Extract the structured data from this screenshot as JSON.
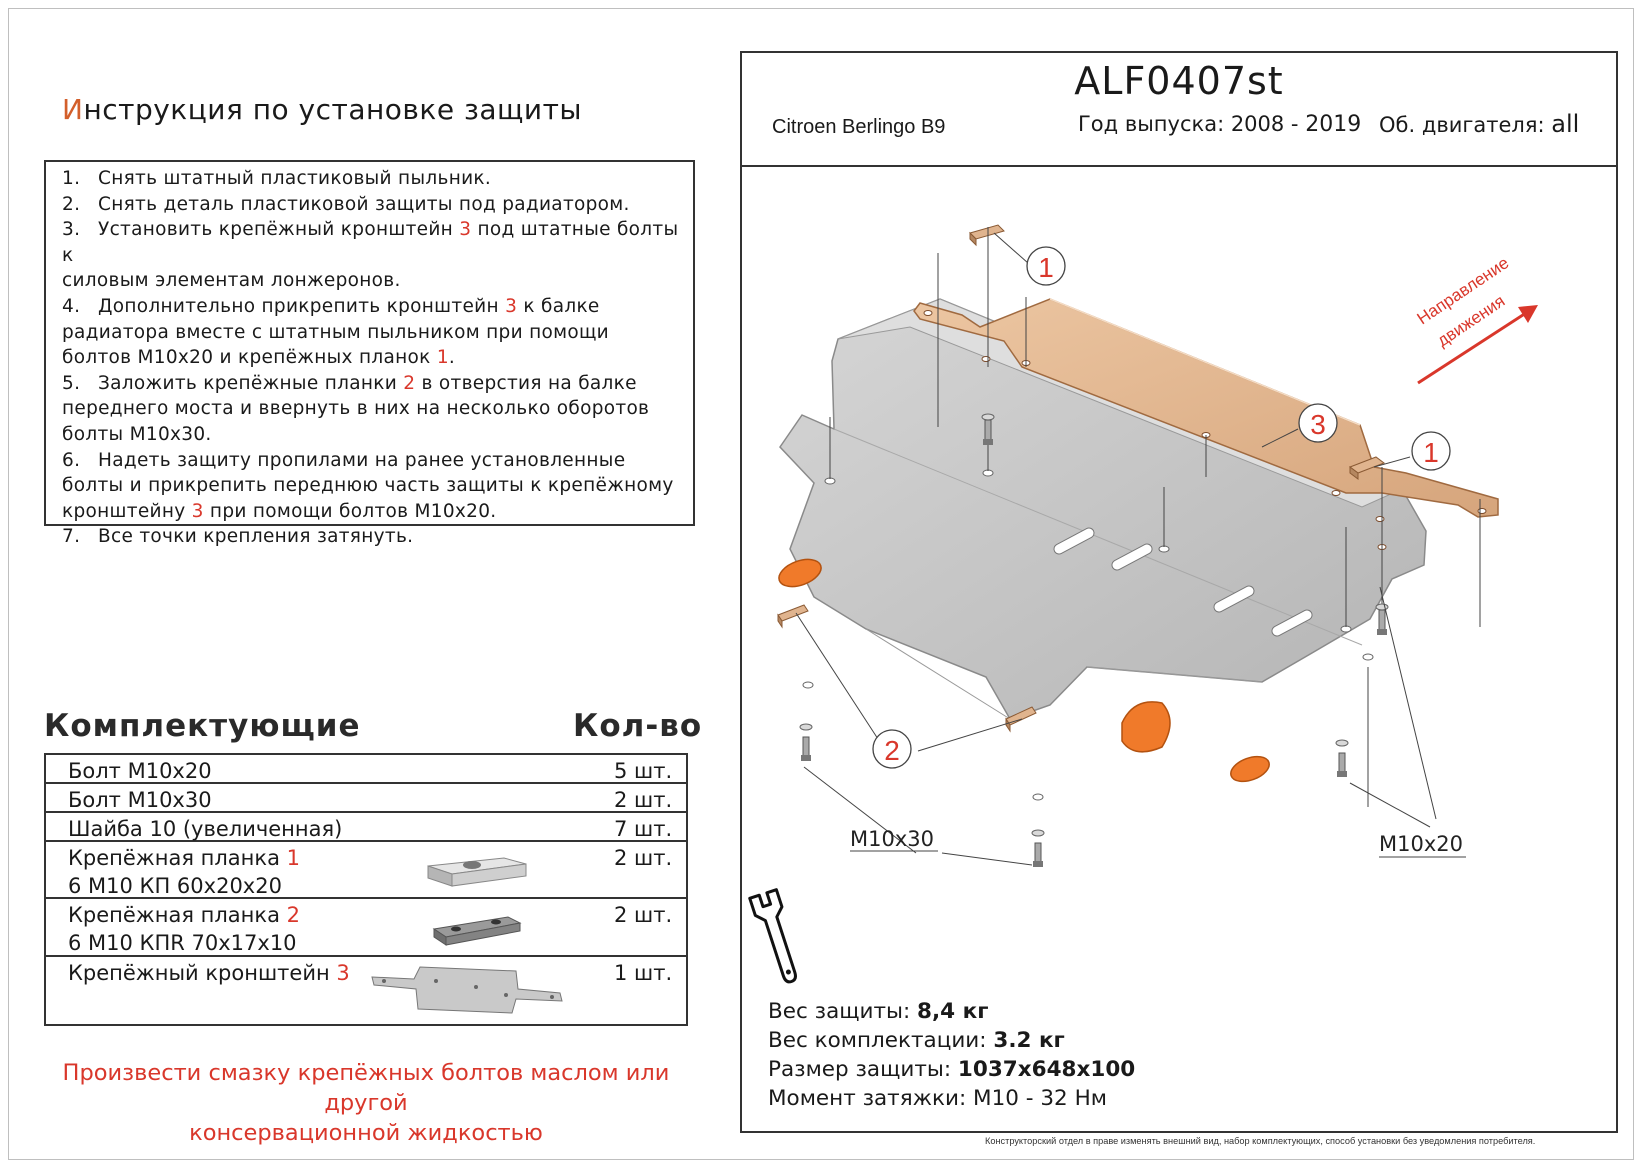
{
  "instructions": {
    "title_first": "И",
    "title_rest": "нструкция по установке защиты",
    "steps": [
      {
        "num": "1.",
        "parts": [
          "Снять штатный пластиковый пыльник."
        ]
      },
      {
        "num": "2.",
        "parts": [
          "Снять деталь пластиковой защиты под радиатором."
        ]
      },
      {
        "num": "3.",
        "parts": [
          "Установить крепёжный кронштейн ",
          "3",
          " под штатные болты к",
          "силовым элементам лонжеронов."
        ]
      },
      {
        "num": "4.",
        "parts": [
          "Дополнительно прикрепить кронштейн ",
          "3",
          " к балке",
          "радиатора вместе с штатным пыльником при помощи",
          "болтов М10х20 и крепёжных планок ",
          "1",
          "."
        ]
      },
      {
        "num": "5.",
        "parts": [
          "Заложить крепёжные планки ",
          "2",
          " в отверстия на балке",
          "переднего моста и ввернуть в них на несколько оборотов",
          "болты М10х30."
        ]
      },
      {
        "num": "6.",
        "parts": [
          "Надеть защиту пропилами на ранее установленные",
          "болты и прикрепить переднюю часть защиты к крепёжному",
          "кронштейну ",
          "3",
          " при помощи болтов М10х20."
        ]
      },
      {
        "num": "7.",
        "parts": [
          "Все точки крепления затянуть."
        ]
      }
    ]
  },
  "parts": {
    "heading": "Комплектующие",
    "qty_heading": "Кол-во",
    "rows": [
      {
        "name": "Болт М10х20",
        "qty": "5 шт."
      },
      {
        "name": "Болт М10х30",
        "qty": "2 шт."
      },
      {
        "name": "Шайба 10 (увеличенная)",
        "qty": "7 шт."
      },
      {
        "name": "Крепёжная планка ",
        "ref": "1",
        "name2": " 6 М10 КП 60х20х20",
        "qty": "2 шт."
      },
      {
        "name": "Крепёжная планка ",
        "ref": "2",
        "name2": "6 М10 КПR 70х17х10",
        "qty": "2 шт."
      },
      {
        "name": "Крепёжный кронштейн ",
        "ref": "3",
        "qty": "1 шт."
      }
    ]
  },
  "note": {
    "line1": "Произвести смазку крепёжных болтов маслом или другой",
    "line2": "консервационной жидкостью"
  },
  "header": {
    "model_code": "ALF0407st",
    "car": "Citroen Berlingo B9",
    "year_label": "Год выпуска: 2008 -",
    "year_end": "2019",
    "engine_label": "Об. двигателя:",
    "engine_value": "all"
  },
  "diagram": {
    "callouts": [
      "1",
      "3",
      "1",
      "2"
    ],
    "direction_line1": "Направление",
    "direction_line2": "движения",
    "bolt_left": "M10x30",
    "bolt_right": "M10x20"
  },
  "specs": {
    "weight_label": "Вес защиты: ",
    "weight_value": "8,4 кг",
    "kit_label": "Вес комплектации: ",
    "kit_value": "3.2 кг",
    "size_label": "Размер защиты: ",
    "size_value": "1037х648х100",
    "torque_label": "Момент затяжки:  ",
    "torque_value": "М10 - 32 Нм"
  },
  "disclaimer": "Конструкторский отдел в праве изменять внешний вид, набор комплектующих, способ установки без уведомления потребителя.",
  "colors": {
    "accent_red": "#d9372b",
    "title_orange": "#d35f2b",
    "bracket_copper": "#e0b48e",
    "plate_grey": "#c4c4c4",
    "pad_orange": "#f07a2a"
  }
}
